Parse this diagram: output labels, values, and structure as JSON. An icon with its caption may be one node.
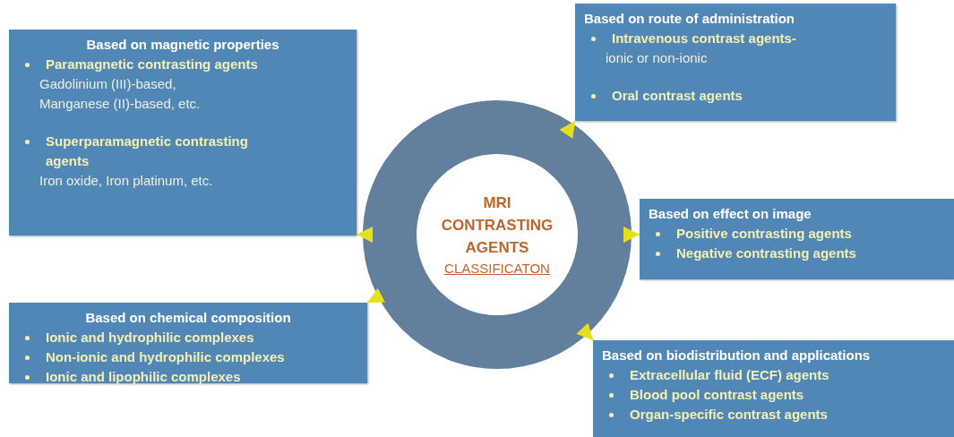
{
  "diagram": {
    "nodes": [
      {
        "text": [
          "Based on magnetic properties",
          "Paramagnetic contrasting agents",
          "Gadolinium (III)-based, Manganese (II)-based, etc.",
          "Superparamagnetic contrasting agents",
          "Iron oxide, Iron platinum, etc."
        ]
      },
      {
        "text": [
          "Based on route of administration",
          "Intravenous contrast agents-",
          "ionic or non-ionic",
          "Oral contrast agents"
        ]
      },
      {
        "text": [
          "MRI CONTRASTING AGENTS",
          "CLASSIFICATON"
        ]
      },
      {
        "text": [
          "Based on effect on image",
          "Positive contrasting agents",
          "Negative contrasting agents"
        ]
      },
      {
        "text": [
          "Based on chemical composition",
          "Ionic and hydrophilic complexes",
          "Non-ionic and hydrophilic complexes",
          "Ionic and lipophilic complexes"
        ]
      },
      {
        "text": [
          "Based on biodistribution and applications",
          "Extracellular fluid (ECF) agents",
          "Blood pool contrast agents",
          "Organ-specific contrast agents"
        ]
      }
    ],
    "edges": [
      {
        "from": 2,
        "to": 0,
        "arrow": "to"
      },
      {
        "from": 2,
        "to": 1,
        "arrow": "to"
      },
      {
        "from": 2,
        "to": 3,
        "arrow": "to"
      },
      {
        "from": 2,
        "to": 4,
        "arrow": "to"
      },
      {
        "from": 2,
        "to": 5,
        "arrow": "to"
      }
    ]
  }
}
